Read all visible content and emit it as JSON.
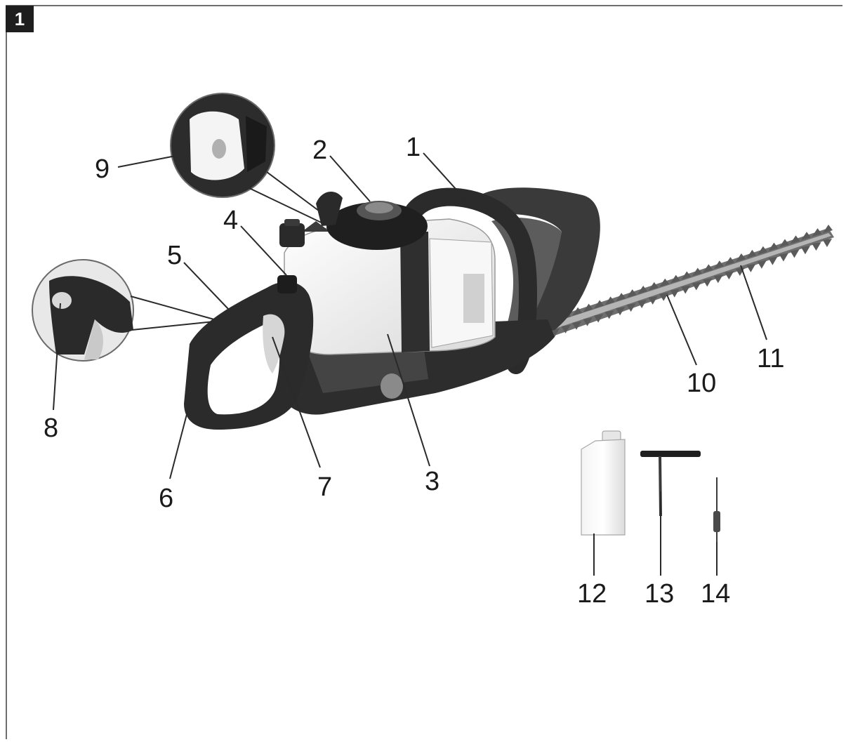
{
  "figure": {
    "number": "1"
  },
  "callouts": [
    {
      "id": "1",
      "label": "1"
    },
    {
      "id": "2",
      "label": "2"
    },
    {
      "id": "3",
      "label": "3"
    },
    {
      "id": "4",
      "label": "4"
    },
    {
      "id": "5",
      "label": "5"
    },
    {
      "id": "6",
      "label": "6"
    },
    {
      "id": "7",
      "label": "7"
    },
    {
      "id": "8",
      "label": "8"
    },
    {
      "id": "9",
      "label": "9"
    },
    {
      "id": "10",
      "label": "10"
    },
    {
      "id": "11",
      "label": "11"
    },
    {
      "id": "12",
      "label": "12"
    },
    {
      "id": "13",
      "label": "13"
    },
    {
      "id": "14",
      "label": "14"
    }
  ],
  "colors": {
    "dark": "#2b2b2b",
    "mid": "#555555",
    "light": "#f2f2f2",
    "blade": "#7a7a7a"
  }
}
